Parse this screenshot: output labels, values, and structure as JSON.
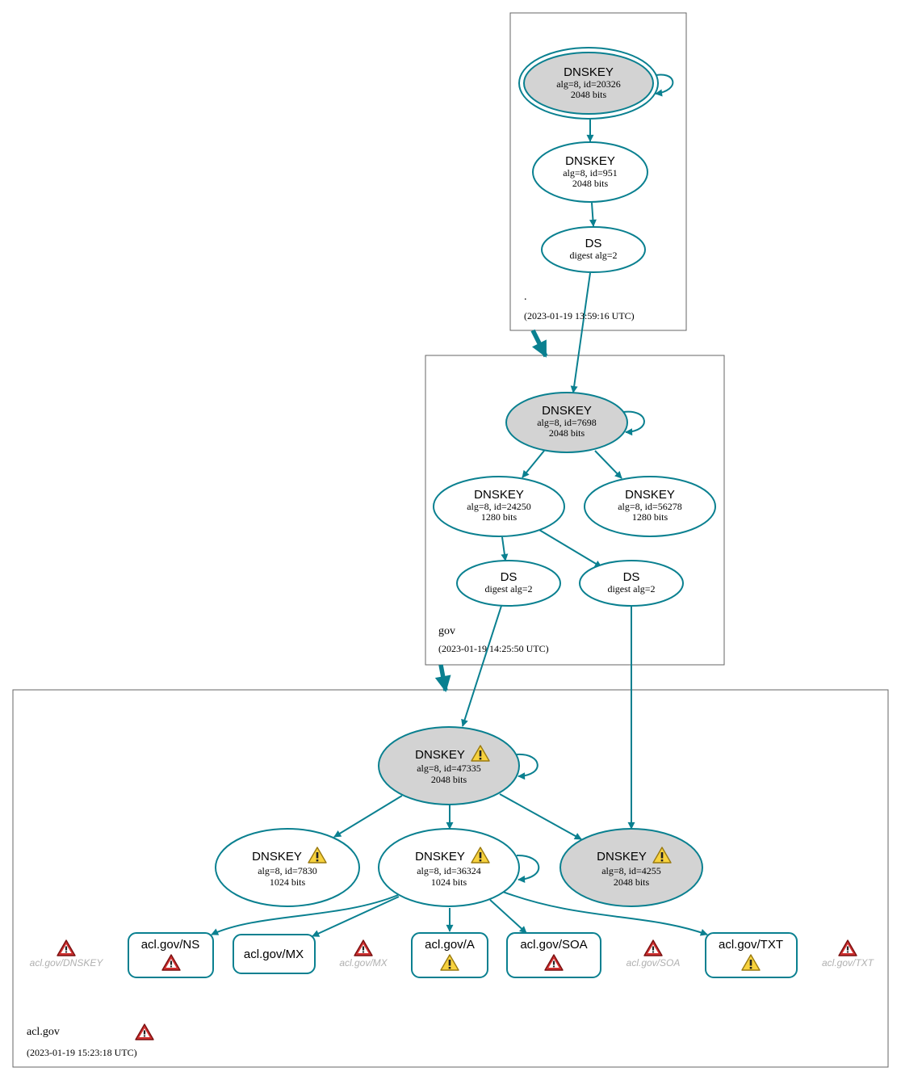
{
  "colors": {
    "edge": "#0a8090",
    "node_fill_key": "#d3d3d3",
    "node_fill": "#ffffff",
    "zone_border": "#666666",
    "error": "#cc2222",
    "warning": "#f0c419",
    "ghost_text": "#b0b0b0"
  },
  "zones": {
    "root": {
      "name": ".",
      "timestamp": "(2023-01-19 13:59:16 UTC)"
    },
    "gov": {
      "name": "gov",
      "timestamp": "(2023-01-19 14:25:50 UTC)"
    },
    "acl": {
      "name": "acl.gov",
      "timestamp": "(2023-01-19 15:23:18 UTC)",
      "status_icon": "error-icon"
    }
  },
  "nodes": {
    "root_ksk": {
      "title": "DNSKEY",
      "line1": "alg=8, id=20326",
      "line2": "2048 bits"
    },
    "root_zsk": {
      "title": "DNSKEY",
      "line1": "alg=8, id=951",
      "line2": "2048 bits"
    },
    "root_ds": {
      "title": "DS",
      "line1": "digest alg=2"
    },
    "gov_ksk": {
      "title": "DNSKEY",
      "line1": "alg=8, id=7698",
      "line2": "2048 bits"
    },
    "gov_zsk1": {
      "title": "DNSKEY",
      "line1": "alg=8, id=24250",
      "line2": "1280 bits"
    },
    "gov_zsk2": {
      "title": "DNSKEY",
      "line1": "alg=8, id=56278",
      "line2": "1280 bits"
    },
    "gov_ds1": {
      "title": "DS",
      "line1": "digest alg=2"
    },
    "gov_ds2": {
      "title": "DS",
      "line1": "digest alg=2"
    },
    "acl_ksk": {
      "title": "DNSKEY",
      "line1": "alg=8, id=47335",
      "line2": "2048 bits",
      "icon": "warning-icon"
    },
    "acl_k7830": {
      "title": "DNSKEY",
      "line1": "alg=8, id=7830",
      "line2": "1024 bits",
      "icon": "warning-icon"
    },
    "acl_k36324": {
      "title": "DNSKEY",
      "line1": "alg=8, id=36324",
      "line2": "1024 bits",
      "icon": "warning-icon"
    },
    "acl_k4255": {
      "title": "DNSKEY",
      "line1": "alg=8, id=4255",
      "line2": "2048 bits",
      "icon": "warning-icon"
    }
  },
  "rrsets": {
    "ns": {
      "label": "acl.gov/NS",
      "icon": "error-icon"
    },
    "mx": {
      "label": "acl.gov/MX"
    },
    "a": {
      "label": "acl.gov/A",
      "icon": "warning-icon"
    },
    "soa": {
      "label": "acl.gov/SOA",
      "icon": "error-icon"
    },
    "txt": {
      "label": "acl.gov/TXT",
      "icon": "warning-icon"
    }
  },
  "ghost_rrsets": {
    "dnskey": {
      "label": "acl.gov/DNSKEY",
      "icon": "error-icon"
    },
    "mx": {
      "label": "acl.gov/MX",
      "icon": "error-icon"
    },
    "soa": {
      "label": "acl.gov/SOA",
      "icon": "error-icon"
    },
    "txt": {
      "label": "acl.gov/TXT",
      "icon": "error-icon"
    }
  }
}
